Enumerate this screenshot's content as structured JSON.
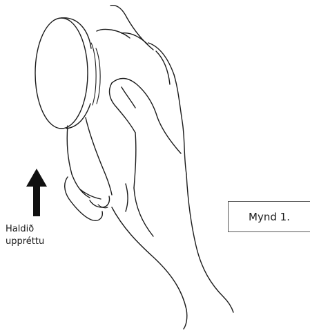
{
  "figure": {
    "arrow_label_line1": "Haldið",
    "arrow_label_line2": "uppréttu",
    "caption": "Mynd 1.",
    "arrow_icon": "arrow-up-icon",
    "ink_color": "#1a1a1a"
  }
}
